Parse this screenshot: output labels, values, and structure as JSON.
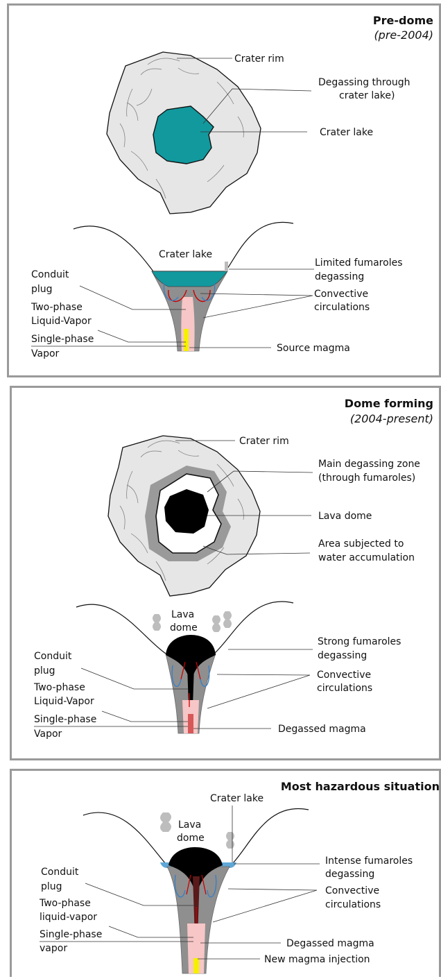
{
  "panels": [
    {
      "title": "Pre-dome",
      "subtitle": "(pre-2004)",
      "plan_labels": {
        "crater_rim": "Crater rim",
        "degassing_1": "Degassing through",
        "degassing_2": "crater lake)",
        "crater_lake": "Crater lake"
      },
      "section_labels": {
        "crater_lake": "Crater lake",
        "fumaroles_1": "Limited fumaroles",
        "fumaroles_2": "degassing",
        "conduit_1": "Conduit",
        "conduit_2": "plug",
        "convective_1": "Convective",
        "convective_2": "circulations",
        "two_phase_1": "Two-phase",
        "two_phase_2": "Liquid-Vapor",
        "single_phase_1": "Single-phase",
        "single_phase_2": "Vapor",
        "magma": "Source magma"
      }
    },
    {
      "title": "Dome forming",
      "subtitle": "(2004-present)",
      "plan_labels": {
        "crater_rim": "Crater rim",
        "main_zone_1": "Main degassing zone",
        "main_zone_2": "(through fumaroles)",
        "lava_dome": "Lava dome",
        "water_1": "Area subjected to",
        "water_2": "water accumulation"
      },
      "section_labels": {
        "dome_1": "Lava",
        "dome_2": "dome",
        "fumaroles_1": "Strong fumaroles",
        "fumaroles_2": "degassing",
        "conduit_1": "Conduit",
        "conduit_2": "plug",
        "convective_1": "Convective",
        "convective_2": "circulations",
        "two_phase_1": "Two-phase",
        "two_phase_2": "Liquid-Vapor",
        "single_phase_1": "Single-phase",
        "single_phase_2": "Vapor",
        "magma": "Degassed magma"
      }
    },
    {
      "title": "Most hazardous situation",
      "section_labels": {
        "crater_lake": "Crater lake",
        "dome_1": "Lava",
        "dome_2": "dome",
        "fumaroles_1": "Intense fumaroles",
        "fumaroles_2": "degassing",
        "conduit_1": "Conduit",
        "conduit_2": "plug",
        "convective_1": "Convective",
        "convective_2": "circulations",
        "two_phase_1": "Two-phase",
        "two_phase_2": "liquid-vapor",
        "single_phase_1": "Single-phase",
        "single_phase_2": "vapor",
        "magma": "Degassed magma",
        "injection": "New magma injection"
      }
    }
  ],
  "colors": {
    "crater_lake": "#11999e",
    "lake_water": "#5fa8d6",
    "dome": "#000000",
    "conduit": "#8f8f8f",
    "rim_fill": "#e6e6e6",
    "magma_pink": "#f7c6c6",
    "magma_yellow": "#f4f000",
    "circulation_red": "#cc0000",
    "circulation_blue": "#3b7fc4"
  }
}
